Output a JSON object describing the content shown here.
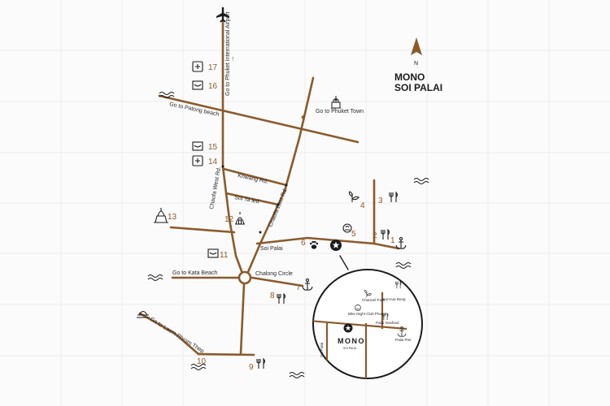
{
  "colors": {
    "road": "#8b5a2b",
    "ink": "#1c1c1c",
    "grid": "#ececec",
    "background": "#fbfbfb"
  },
  "north": {
    "letter": "N",
    "title_line1": "MONO",
    "title_line2": "SOI PALAI"
  },
  "roads": {
    "to_airport": "Go to Phuket International Airport",
    "to_patong": "Go to Patong beach",
    "to_phuket_town": "Go to Phuket Town",
    "chaofa_west": "Chaofa West Rd.",
    "chaofa_east": "Chaofa East Rd.",
    "khwang": "Khwang Rd.",
    "soi_ta_led": "Soi Ta led",
    "soi_palai": "Soi Palai",
    "to_kata": "Go to Kata Beach",
    "chalong_circle": "Chalong Circle",
    "to_laem_phrom_thep": "Go to Laem Phrom Thep"
  },
  "markers": [
    {
      "number": "1",
      "icon": "anchor-icon"
    },
    {
      "number": "2",
      "icon": "restaurant-icon"
    },
    {
      "number": "3",
      "icon": "restaurant-icon"
    },
    {
      "number": "4",
      "icon": "plant-icon"
    },
    {
      "number": "5",
      "icon": "bakery-icon"
    },
    {
      "number": "6",
      "icon": "paw-icon"
    },
    {
      "number": "7",
      "icon": "anchor-icon"
    },
    {
      "number": "8",
      "icon": "restaurant-icon"
    },
    {
      "number": "9",
      "icon": "restaurant-icon"
    },
    {
      "number": "10",
      "icon": "sea-icon"
    },
    {
      "number": "11",
      "icon": "shop-icon"
    },
    {
      "number": "12",
      "icon": "temple-icon"
    },
    {
      "number": "13",
      "icon": "big-buddha-icon"
    },
    {
      "number": "14",
      "icon": "hospital-icon"
    },
    {
      "number": "15",
      "icon": "shop-icon"
    },
    {
      "number": "16",
      "icon": "shop-icon"
    },
    {
      "number": "17",
      "icon": "hospital-icon"
    }
  ],
  "inset": {
    "brand": "MONO",
    "brand_sub": "SOI PALAI",
    "labels": {
      "channel_park": "Channel Park",
      "nai_hua_bong": "Nai Hua Bong",
      "bike_night_club": "Bike Night Club Phuket",
      "palai_seafood": "Palai Seafood",
      "palai_pier": "Palai Pier",
      "soi_palai": "Soi Palai"
    }
  }
}
